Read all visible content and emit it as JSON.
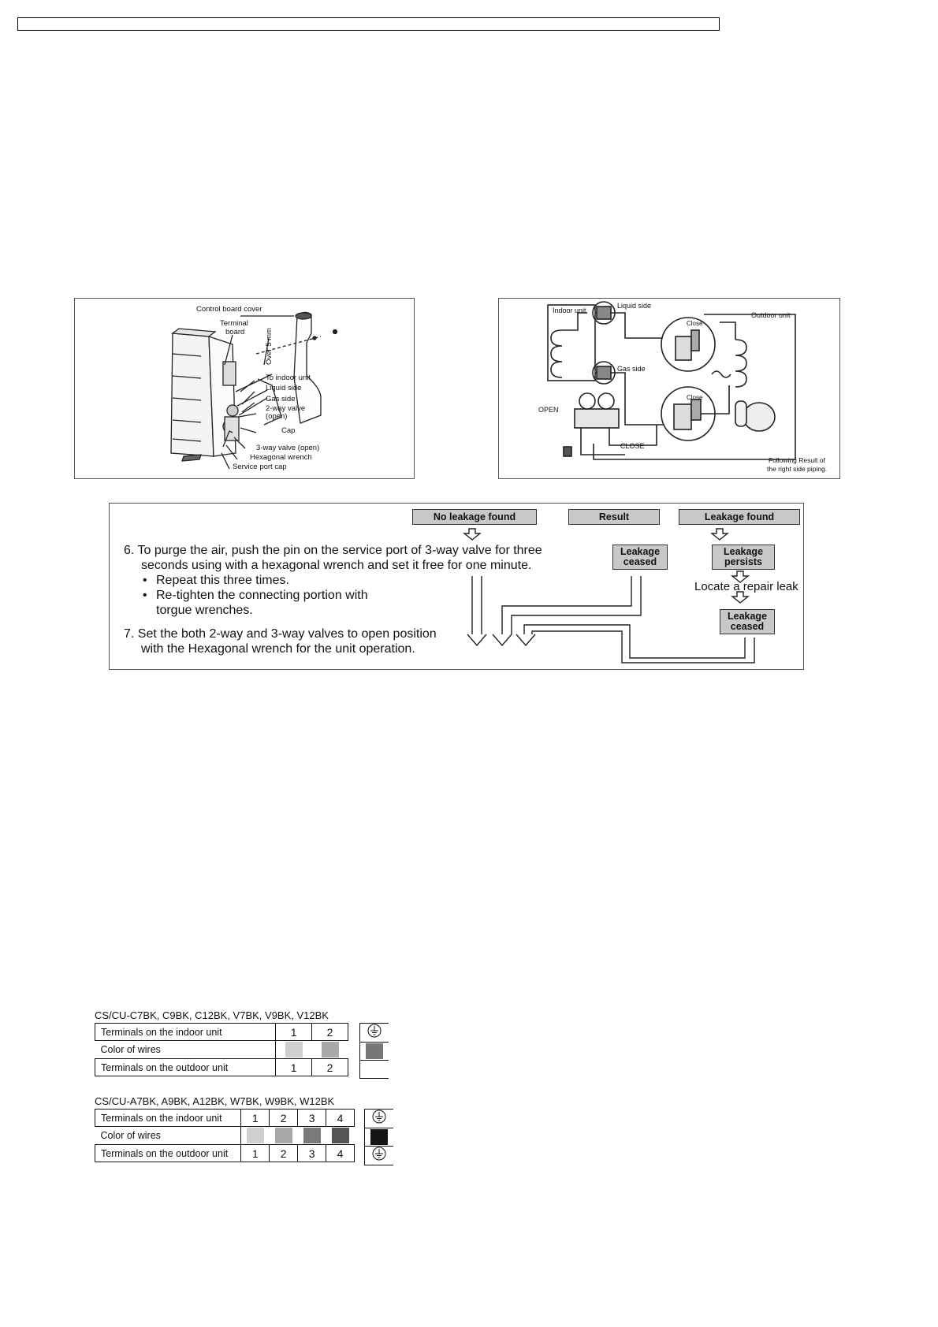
{
  "valve_diagram": {
    "labels": {
      "control_board_cover": "Control board cover",
      "terminal": "Terminal",
      "board": "board",
      "over_5mm": "Over 5 mm",
      "to_indoor_unit": "To indoor unit",
      "liquid_side": "Liquid side",
      "gas_side": "Gas side",
      "two_way_valve": "2-way valve",
      "open_paren": "(open)",
      "cap": "Cap",
      "three_way_valve": "3-way valve (open)",
      "hex_wrench": "Hexagonal wrench",
      "service_port_cap": "Service port cap"
    }
  },
  "piping_diagram": {
    "labels": {
      "indoor_unit": "Indoor unit",
      "liquid_side": "Liquid side",
      "outdoor_unit": "Outdoor unit",
      "close_top": "Close",
      "gas_side": "Gas side",
      "close_bottom": "Close",
      "open": "OPEN",
      "close_gauge": "CLOSE",
      "note_line1": "Following Result of",
      "note_line2": "the right side piping."
    }
  },
  "purge": {
    "flow": {
      "no_leakage_found": "No leakage found",
      "result": "Result",
      "leakage_found": "Leakage found",
      "leakage_ceased_1a": "Leakage",
      "leakage_ceased_1b": "ceased",
      "leakage_persists_a": "Leakage",
      "leakage_persists_b": "persists",
      "locate_repair": "Locate a repair leak",
      "leakage_ceased_2a": "Leakage",
      "leakage_ceased_2b": "ceased"
    },
    "steps": {
      "step6_line1": "6.  To purge the air, push the pin on the service port of 3-way valve for three",
      "step6_line2": "seconds using with a hexagonal wrench and set it free for one minute.",
      "bullet1": "Repeat this three times.",
      "bullet2_line1": "Re-tighten the connecting portion with",
      "bullet2_line2": "torgue wrenches.",
      "step7_line1": "7.  Set the both 2-way and 3-way valves to open position",
      "step7_line2": "with the Hexagonal wrench for the unit operation."
    }
  },
  "wiring": {
    "table1": {
      "model": "CS/CU-C7BK, C9BK, C12BK, V7BK, V9BK, V12BK",
      "row_indoor": "Terminals on the indoor unit",
      "row_color": "Color of wires",
      "row_outdoor": "Terminals on the outdoor unit",
      "terminals": [
        "1",
        "2"
      ],
      "wire_colors": [
        "#cfcfcf",
        "#a9a9a9"
      ],
      "ground_color": "#777777",
      "ground_icon": "ground-icon"
    },
    "table2": {
      "model": "CS/CU-A7BK, A9BK, A12BK, W7BK, W9BK, W12BK",
      "row_indoor": "Terminals on the indoor unit",
      "row_color": "Color of wires",
      "row_outdoor": "Terminals on the outdoor unit",
      "terminals": [
        "1",
        "2",
        "3",
        "4"
      ],
      "wire_colors": [
        "#cfcfcf",
        "#a9a9a9",
        "#7a7a7a",
        "#555555"
      ],
      "ground_color": "#151515",
      "ground_icon": "ground-icon"
    }
  }
}
